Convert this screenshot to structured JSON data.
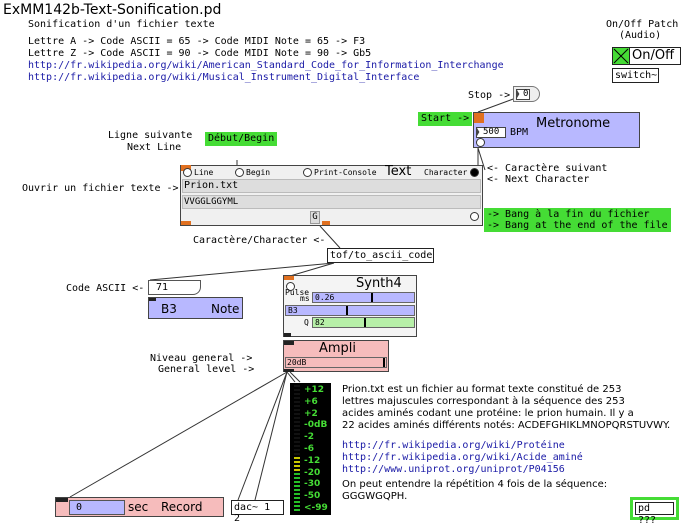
{
  "title": "ExMM142b-Text-Sonification.pd",
  "header": {
    "line1": "Sonification d'un fichier texte",
    "line2": "Lettre A -> Code ASCII = 65 -> Code MIDI Note = 65 -> F3",
    "line3": "Lettre Z -> Code ASCII = 90 -> Code MIDI Note = 90 -> Gb5",
    "link1": "http://fr.wikipedia.org/wiki/American_Standard_Code_for_Information_Interchange",
    "link2": "http://fr.wikipedia.org/wiki/Musical_Instrument_Digital_Interface"
  },
  "onoff": {
    "label1": "On/Off Patch",
    "label2": "(Audio)",
    "toggle_label": "On/Off",
    "switch": "switch~"
  },
  "stop": {
    "label": "Stop ->",
    "value": "0"
  },
  "start": {
    "label": "Start ->"
  },
  "metronome": {
    "title": "Metronome",
    "value": "500",
    "unit": "BPM"
  },
  "labels": {
    "next_line1": "Ligne suivante",
    "next_line2": "Next Line",
    "debut": "Début/Begin",
    "open_file": "Ouvrir un fichier texte ->",
    "next_char1": "<- Caractère suivant",
    "next_char2": "<- Next Character",
    "bang_end1": "-> Bang à la fin du fichier",
    "bang_end2": "-> Bang at the end of the file",
    "char": "Caractère/Character <-",
    "code_ascii": "Code ASCII <-",
    "niveau1": "Niveau general ->",
    "niveau2": "General level ->"
  },
  "text_obj": {
    "title": "Text",
    "line": "Line",
    "begin": "Begin",
    "print": "Print-Console",
    "character": "Character",
    "file": "Prion.txt",
    "content": "VVGGLGGYML",
    "g": "G"
  },
  "ascii_obj": "tof/to_ascii_code",
  "ascii_value": "71",
  "note": {
    "name": "B3",
    "label": "Note"
  },
  "synth": {
    "title": "Synth4",
    "pulse": "Pulse",
    "ms": "ms",
    "pulse_val": "0.26",
    "note_val": "B3",
    "q": "Q",
    "q_val": "82"
  },
  "ampli": {
    "title": "Ampli",
    "value": "20dB"
  },
  "vu": [
    "+12",
    "+6",
    "+2",
    "-0dB",
    "-2",
    "-6",
    "-12",
    "-20",
    "-30",
    "-50",
    "<-99"
  ],
  "record": {
    "value": "0",
    "unit": "sec",
    "label": "Record"
  },
  "dac": "dac~ 1 2",
  "desc": {
    "p1": "Prion.txt est un fichier au format texte constitué de 253",
    "p2": "lettres majuscules correspondant à la séquence des 253",
    "p3": "acides aminés codant une protéine: le prion humain. Il y a",
    "p4": "22 acides aminés différents notés: ACDEFGHIKLMNOPQRSTUVWY.",
    "l1": "http://fr.wikipedia.org/wiki/Protéine",
    "l2": "http://fr.wikipedia.org/wiki/Acide_aminé",
    "l3": "http://www.uniprot.org/uniprot/P04156",
    "p5": "On peut entendre la répétition 4 fois de la séquence:",
    "p6": "GGGWGQPH."
  },
  "pd": "pd ???"
}
